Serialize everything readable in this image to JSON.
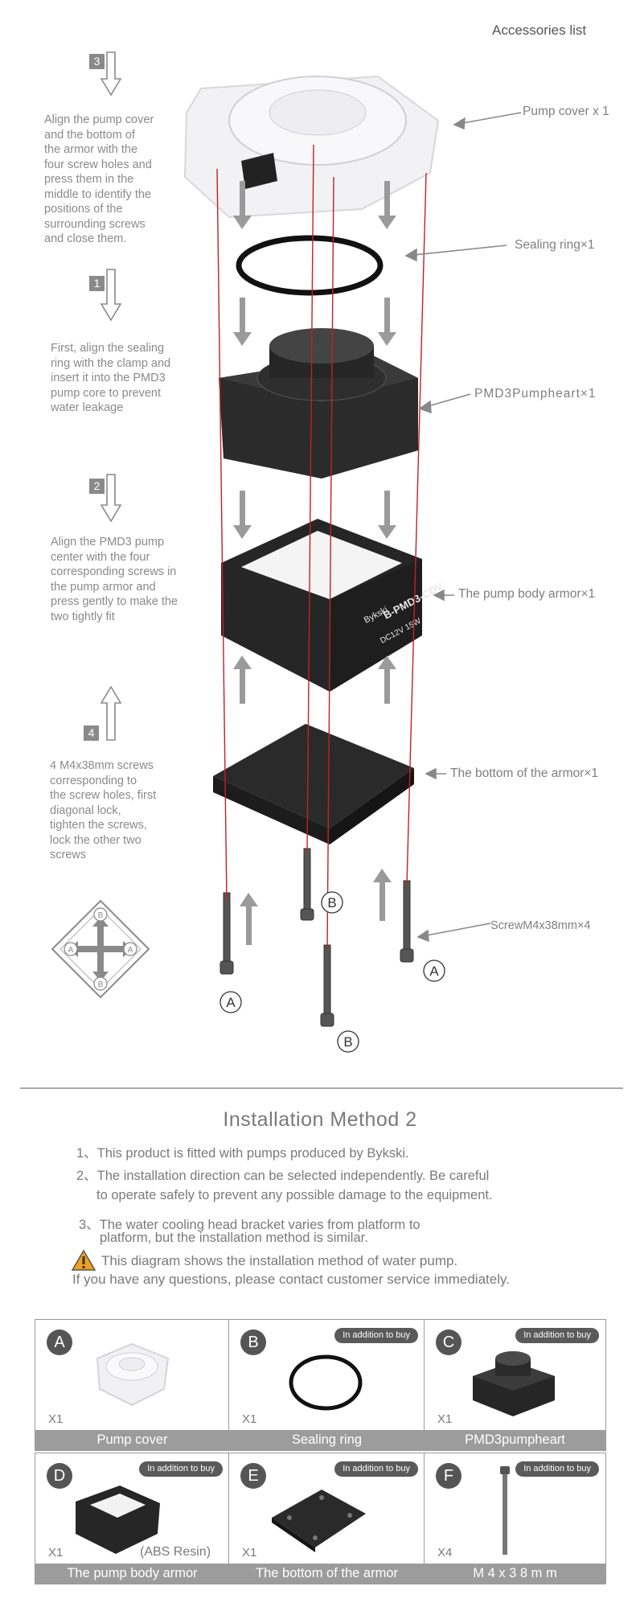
{
  "header": {
    "accessories_title": "Accessories list"
  },
  "steps": [
    {
      "num": "3",
      "text": "Align the pump cover\nand the bottom of\nthe armor with the\nfour screw holes and\npress them in the\nmiddle to identify the\npositions of the\nsurrounding screws\nand close them."
    },
    {
      "num": "1",
      "text": "First, align the sealing\nring with the clamp and\ninsert it into the PMD3\npump core to prevent\nwater leakage"
    },
    {
      "num": "2",
      "text": "Align the PMD3 pump\ncenter with the four\ncorresponding screws in\nthe pump armor and\npress gently to make the\ntwo tightly fit"
    },
    {
      "num": "4",
      "text": "4 M4x38mm screws\ncorresponding to\nthe screw holes, first\ndiagonal lock,\ntighten the screws,\nlock the other two\nscrews"
    }
  ],
  "parts_labels": [
    "Pump cover x 1",
    "Sealing ring×1",
    "PMD3Pumpheart×1",
    "The pump body armor×1",
    "The bottom of the armor×1",
    "ScrewM4x38mm×4"
  ],
  "screw_markers": {
    "a": "A",
    "b": "B"
  },
  "product_print": {
    "brand": "Bykski",
    "model": "B-PMD3-CDV",
    "spec": "DC12V  15W"
  },
  "installation": {
    "title": "Installation Method 2",
    "items": [
      "1、This product is fitted with pumps produced by Bykski.",
      "2、The installation direction can be selected independently. Be careful",
      "to operate safely to prevent any possible damage to the equipment.",
      "3、The water cooling head bracket varies from platform to",
      "platform, but the installation method is similar."
    ],
    "warning": "This diagram shows the installation method of water pump.",
    "contact": "If you have any questions, please contact customer service immediately."
  },
  "accessories": [
    {
      "letter": "A",
      "qty": "X1",
      "name": "Pump cover",
      "tag": "",
      "extra": ""
    },
    {
      "letter": "B",
      "qty": "X1",
      "name": "Sealing ring",
      "tag": "In addition to buy",
      "extra": ""
    },
    {
      "letter": "C",
      "qty": "X1",
      "name": "PMD3pumpheart",
      "tag": "In addition to buy",
      "extra": ""
    },
    {
      "letter": "D",
      "qty": "X1",
      "name": "The pump body armor",
      "tag": "In addition to buy",
      "extra": "(ABS Resin)"
    },
    {
      "letter": "E",
      "qty": "X1",
      "name": "The bottom of the armor",
      "tag": "In addition to buy",
      "extra": ""
    },
    {
      "letter": "F",
      "qty": "X4",
      "name": "M 4 x 3 8 m m",
      "tag": "In addition to buy",
      "extra": ""
    }
  ],
  "colors": {
    "text": "#7a7a7a",
    "bar": "#9c9c9c",
    "guide_line": "#c0202a",
    "warning": "#f0a020"
  }
}
